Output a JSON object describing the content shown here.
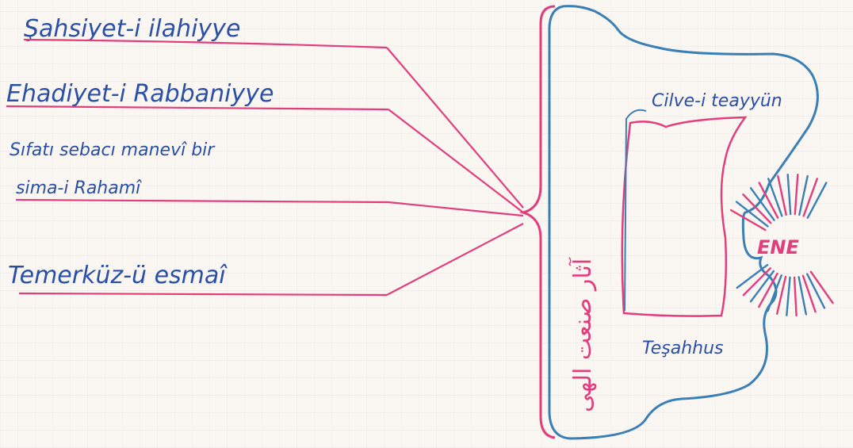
{
  "labels": {
    "sahsiyet": "Şahsiyet-i ilahiyye",
    "ehadiyet": "Ehadiyet-i Rabbaniyye",
    "sifat_line1": "Sıfatı sebacı manevî bir",
    "sifat_line2": "sima-i Rahamî",
    "temerkuz": "Temerküz-ü esmaî"
  },
  "inner_labels": {
    "cilve": "Cilve-i teayyün",
    "tesahhus": "Teşahhus",
    "ene": "ENE"
  },
  "arabic_text": "آثار صنعت الهی",
  "colors": {
    "handwriting": "#2a4fa6",
    "pink": "#e23d7c",
    "blue": "#3a7fb5",
    "paper": "#faf6f1"
  }
}
